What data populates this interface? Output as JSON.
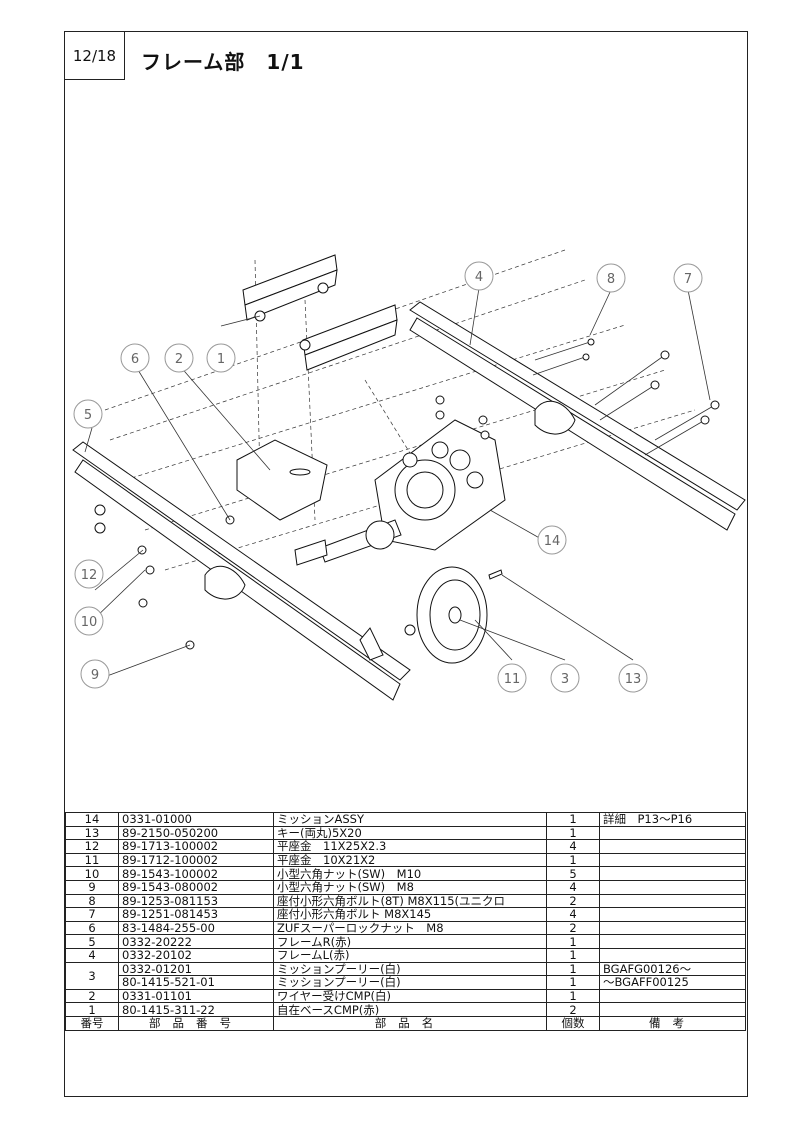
{
  "header": {
    "page_number": "12/18",
    "title": "フレーム部　1/1"
  },
  "callouts": [
    "1",
    "2",
    "3",
    "4",
    "5",
    "6",
    "7",
    "8",
    "9",
    "10",
    "11",
    "12",
    "13",
    "14"
  ],
  "parts_table": {
    "rows": [
      {
        "no": "14",
        "code": "0331-01000",
        "name": "ミッションASSY",
        "qty": "1",
        "note": "詳細　P13～P16"
      },
      {
        "no": "13",
        "code": "89-2150-050200",
        "name": "キー(両丸)5X20",
        "qty": "1",
        "note": ""
      },
      {
        "no": "12",
        "code": "89-1713-100002",
        "name": "平座金　11X25X2.3",
        "qty": "4",
        "note": ""
      },
      {
        "no": "11",
        "code": "89-1712-100002",
        "name": "平座金　10X21X2",
        "qty": "1",
        "note": ""
      },
      {
        "no": "10",
        "code": "89-1543-100002",
        "name": "小型六角ナット(SW)　M10",
        "qty": "5",
        "note": ""
      },
      {
        "no": "9",
        "code": "89-1543-080002",
        "name": "小型六角ナット(SW)　M8",
        "qty": "4",
        "note": ""
      },
      {
        "no": "8",
        "code": "89-1253-081153",
        "name": "座付小形六角ボルト(8T) M8X115(ユニクロ",
        "qty": "2",
        "note": ""
      },
      {
        "no": "7",
        "code": "89-1251-081453",
        "name": "座付小形六角ボルト M8X145",
        "qty": "4",
        "note": ""
      },
      {
        "no": "6",
        "code": "83-1484-255-00",
        "name": "ZUFスーパーロックナット　M8",
        "qty": "2",
        "note": ""
      },
      {
        "no": "5",
        "code": "0332-20222",
        "name": "フレームR(赤)",
        "qty": "1",
        "note": ""
      },
      {
        "no": "4",
        "code": "0332-20102",
        "name": "フレームL(赤)",
        "qty": "1",
        "note": ""
      }
    ],
    "row3": {
      "no": "3",
      "a": {
        "code": "0332-01201",
        "name": "ミッションプーリー(白)",
        "qty": "1",
        "note": "BGAFG00126～"
      },
      "b": {
        "code": "80-1415-521-01",
        "name": "ミッションプーリー(白)",
        "qty": "1",
        "note": "～BGAFF00125"
      }
    },
    "rows_bottom": [
      {
        "no": "2",
        "code": "0331-01101",
        "name": "ワイヤー受けCMP(白)",
        "qty": "1",
        "note": ""
      },
      {
        "no": "1",
        "code": "80-1415-311-22",
        "name": "自在ベースCMP(赤)",
        "qty": "2",
        "note": ""
      }
    ],
    "headers": {
      "no": "番号",
      "code": "部品番号",
      "name": "部品名",
      "qty": "個数",
      "note": "備考"
    }
  }
}
